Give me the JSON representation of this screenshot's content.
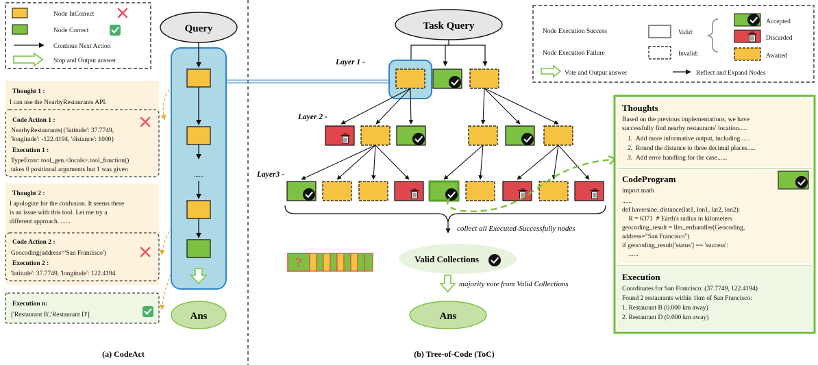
{
  "legend_left": {
    "incorrect": "Node InCorrect",
    "correct": "Node Correct",
    "continue": "Continue Next Action",
    "stop": "Stop and Output answer"
  },
  "codeact": {
    "query": "Query",
    "ellipsis": "......",
    "ans": "Ans",
    "thought1_title": "Thought 1 :",
    "thought1_text": "I can use the NearbyRestaurants API.",
    "action1_title": "Code Action 1 :",
    "action1_lines": [
      "NearbyRestaurants({'latitude': 37.7749,",
      "'longitude': -122.4194, 'distance': 1000}"
    ],
    "exec1_title": "Execution 1 :",
    "exec1_lines": [
      "TypeError: tool_gen.<locals>.tool_function()",
      "takes 0 positional arguments but 1 was given"
    ],
    "thought2_title": "Thought 2 :",
    "thought2_lines": [
      "I apologize for the confusion. It seems there",
      "is an issue with this tool. Let me try a",
      "different approach.   ......"
    ],
    "action2_title": "Code Action 2 :",
    "action2_text": "Geocoding(address='San Francisco')",
    "exec2_title": "Execution 2 :",
    "exec2_text": "'latitude': 37.7749, 'longitude': 122.4194",
    "execn_title": "Execution n:",
    "execn_text": "['Restaurant B','Restaurant D']",
    "caption": "(a) CodeAct"
  },
  "toc": {
    "task_query": "Task Query",
    "layer1": "Layer 1 -",
    "layer2": "Layer 2 -",
    "layer3": "Layer3 -",
    "collect_text": "collect all Executed-Successfully nodes",
    "valid_collections": "Valid Collections",
    "vote_text": "majority vote from Valid Collections",
    "ans": "Ans",
    "caption": "(b) Tree-of-Code (ToC)"
  },
  "legend_right": {
    "exec_success": "Node Execution Success",
    "valid": "Valid:",
    "exec_failure": "Node Execution Failure",
    "invalid": "Invalid:",
    "accepted": "Accepted",
    "discarded": "Discarded",
    "awaited": "Awaited",
    "vote_output": "Vote and Output answer",
    "reflect_expand": "Reflect and Expand Nodes"
  },
  "panel": {
    "thoughts_title": "Thoughts",
    "thoughts_lines": [
      "Based on the previous implementations, we have",
      "successfully find nearby restaurants' location....."
    ],
    "thoughts_items": [
      {
        "num": "1.",
        "text": "Add more informative output, including......"
      },
      {
        "num": "2.",
        "text": "Round the distance to three decimal places....."
      },
      {
        "num": "3.",
        "text": "Add error handling for the case......"
      }
    ],
    "code_title": "CodeProgram",
    "code_lines": [
      "import math",
      "......",
      "def haversine_distance(lat1, lon1, lat2, lon2):",
      "    R = 6371  # Earth's radius in kilometers",
      "geocoding_result = llm_errhandler(Geocoding,",
      "address=\"San Francisco\")",
      "if geocoding_result['status'] == 'success':",
      "    ......"
    ],
    "exec_title": "Execution",
    "exec_lines": [
      "Coordinates for San Francisco: (37.7749, 122.4194)",
      "Found 2 restaurants within 1km of San Francisco:",
      "1. Restaurant B (0.000 km away)",
      "2. Restaurant D (0.000 km away)"
    ]
  },
  "colors": {
    "yellow": "#f5c242",
    "green": "#7dc142",
    "red": "#e0474c",
    "blue": "#add8e6",
    "cream": "#fdf3dc",
    "ellipse": "#e6e6e6",
    "ans_green": "#c6e0a6"
  }
}
